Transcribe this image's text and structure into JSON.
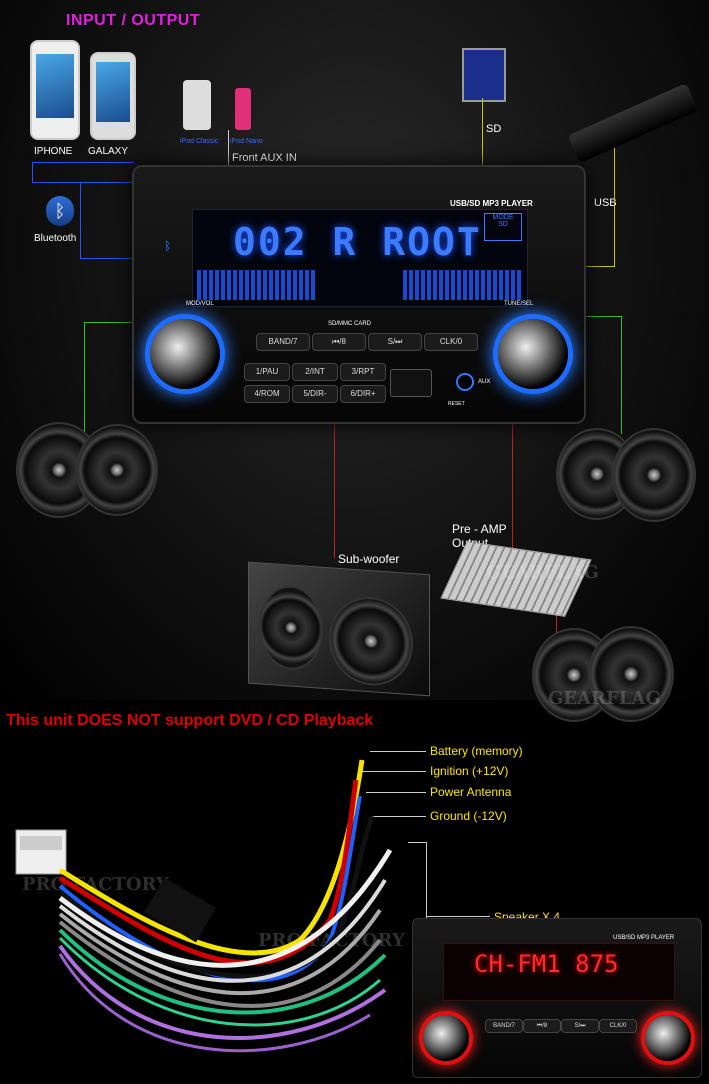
{
  "header": {
    "title": "INPUT / OUTPUT"
  },
  "devices": {
    "iphone": "IPHONE",
    "galaxy": "GALAXY",
    "ipod_classic": "iPod Classic",
    "ipod_nano": "iPod Nano",
    "front_aux": "Front AUX IN",
    "bluetooth": "Bluetooth",
    "sd": "SD",
    "usb": "USB",
    "subwoofer": "Sub-woofer",
    "preamp": "Pre - AMP\nOutput"
  },
  "stereo": {
    "brand_label": "USB/SD MP3 PLAYER",
    "lcd_text": "002 R ROOT",
    "mode_label": "MODE",
    "mode_value": "SD",
    "card_slot": "SD/MMC CARD",
    "left_knob": "MOD/VOL",
    "right_knob": "TUNE/SEL",
    "aux": "AUX",
    "reset": "RESET",
    "buttons": [
      "BAND/7",
      "⏮/8",
      "S/⏭",
      "CLK/0"
    ],
    "row1": [
      "1/PAU",
      "2/INT",
      "3/RPT"
    ],
    "row2": [
      "4/ROM",
      "5/DIR-",
      "6/DIR+"
    ]
  },
  "notice": "This unit DOES NOT support DVD / CD Playback",
  "wiring": {
    "battery": "Battery (memory)",
    "ignition": "Ignition (+12V)",
    "antenna": "Power Antenna",
    "ground": "Ground (-12V)",
    "speaker": "Speaker X 4"
  },
  "stereo2": {
    "brand_label": "USB/SD MP3 PLAYER",
    "lcd_text": "CH-FM1 875",
    "buttons": [
      "BAND/7",
      "⏮/8",
      "S/⏭",
      "CLK/0"
    ]
  },
  "watermarks": [
    "GEARFLAG",
    "GEARFLAG",
    "PRO FACTORY",
    "PRO FACTORY"
  ],
  "colors": {
    "title": "#e020e0",
    "notice": "#e00000",
    "wire_label": "#ffe600",
    "lcd_blue": "#3a7bff",
    "lcd_red": "#ff2a2a"
  }
}
